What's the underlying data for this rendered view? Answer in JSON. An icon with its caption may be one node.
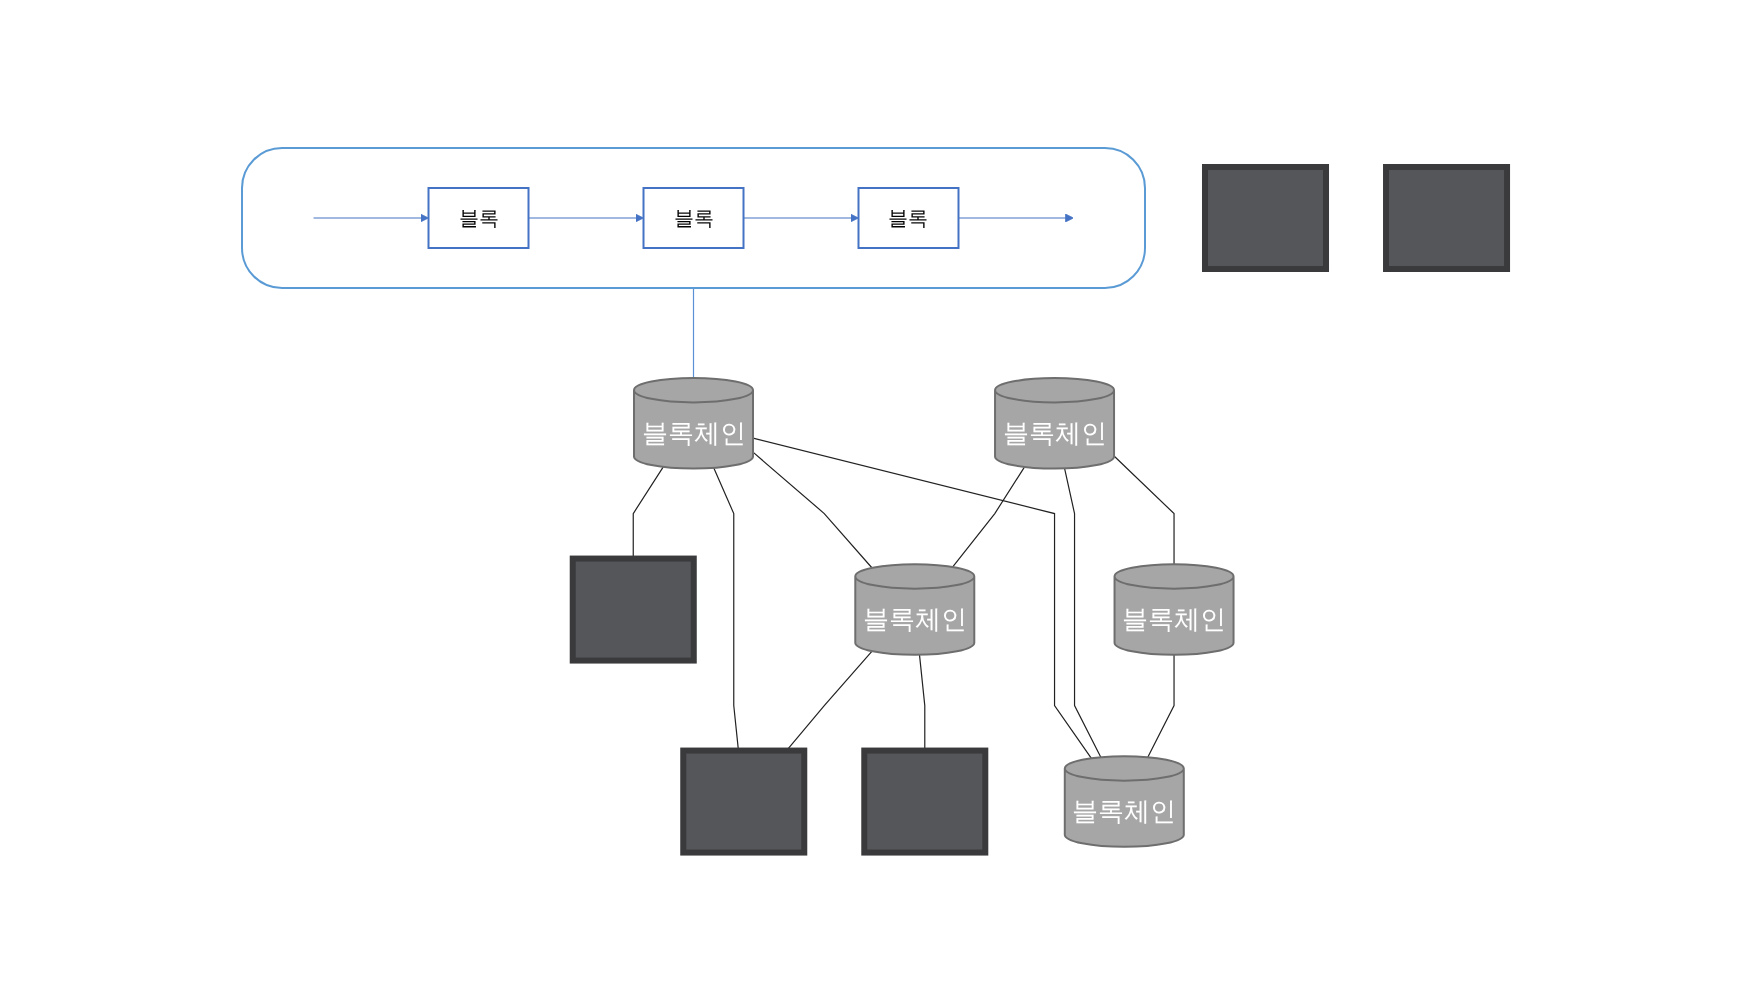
{
  "diagram": {
    "nodes": [
      {
        "text": [],
        "shape": "cloud"
      },
      {
        "text": [
          "블록"
        ],
        "in": 0
      },
      {
        "text": [
          "블록"
        ],
        "in": 0
      },
      {
        "text": [
          "블록"
        ],
        "in": 0
      },
      {
        "text": [],
        "shape": "box"
      },
      {
        "text": [
          "블록체인"
        ]
      },
      {
        "text": [],
        "shape": "box"
      },
      {
        "text": [
          "블록체인"
        ]
      },
      {
        "text": [],
        "shape": "box"
      },
      {
        "text": [
          "블록체인"
        ]
      },
      {
        "text": [],
        "shape": "box"
      },
      {
        "text": [
          "블록체인"
        ]
      },
      {
        "text": [],
        "shape": "box"
      },
      {
        "text": [
          "블록체인"
        ]
      }
    ],
    "edges": [
      {
        "from": null,
        "to": 1,
        "arrow": "to",
        "color": "#4472c4"
      },
      {
        "from": 1,
        "to": 2,
        "arrow": "to",
        "color": "#4472c4"
      },
      {
        "from": 2,
        "to": 3,
        "arrow": "to",
        "color": "#4472c4"
      },
      {
        "from": 3,
        "to": null,
        "arrow": "to",
        "color": "#4472c4"
      },
      {
        "from": 0,
        "to": 5,
        "arrow": "none",
        "color": "#5b8fd6"
      },
      {
        "from": 5,
        "to": 6,
        "arrow": "none"
      },
      {
        "from": 5,
        "to": 9,
        "arrow": "none"
      },
      {
        "from": 5,
        "to": 10,
        "arrow": "none"
      },
      {
        "from": 5,
        "to": 13,
        "arrow": "none"
      },
      {
        "from": 7,
        "to": 9,
        "arrow": "none"
      },
      {
        "from": 7,
        "to": 13,
        "arrow": "none"
      },
      {
        "from": 7,
        "to": 11,
        "arrow": "none"
      },
      {
        "from": 9,
        "to": 10,
        "arrow": "none"
      },
      {
        "from": 9,
        "to": 12,
        "arrow": "none"
      },
      {
        "from": 11,
        "to": 13,
        "arrow": "none"
      }
    ]
  }
}
